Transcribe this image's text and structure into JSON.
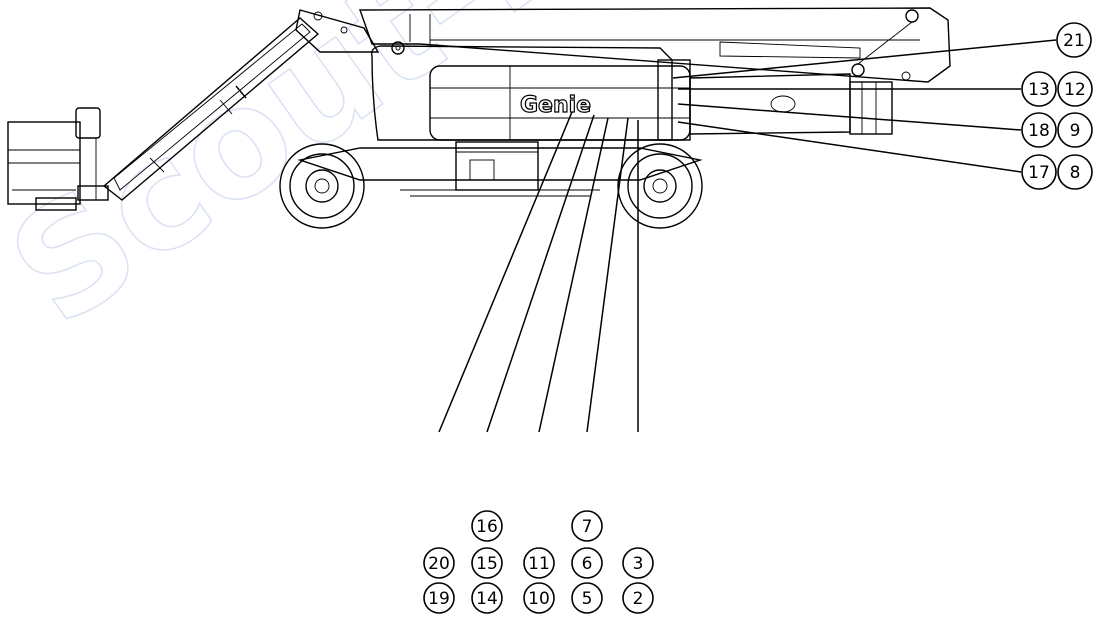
{
  "watermark": "Scout-Lift",
  "brand_logo": "Genie",
  "callouts": {
    "col_20_19": [
      "20",
      "19"
    ],
    "col_16_15_14": [
      "16",
      "15",
      "14"
    ],
    "col_11_10": [
      "11",
      "10"
    ],
    "col_7_6_5": [
      "7",
      "6",
      "5"
    ],
    "col_3_2": [
      "3",
      "2"
    ],
    "r_21": [
      "21"
    ],
    "r_13_12": [
      "13",
      "12"
    ],
    "r_18_9": [
      "18",
      "9"
    ],
    "r_17_8": [
      "17",
      "8"
    ]
  }
}
